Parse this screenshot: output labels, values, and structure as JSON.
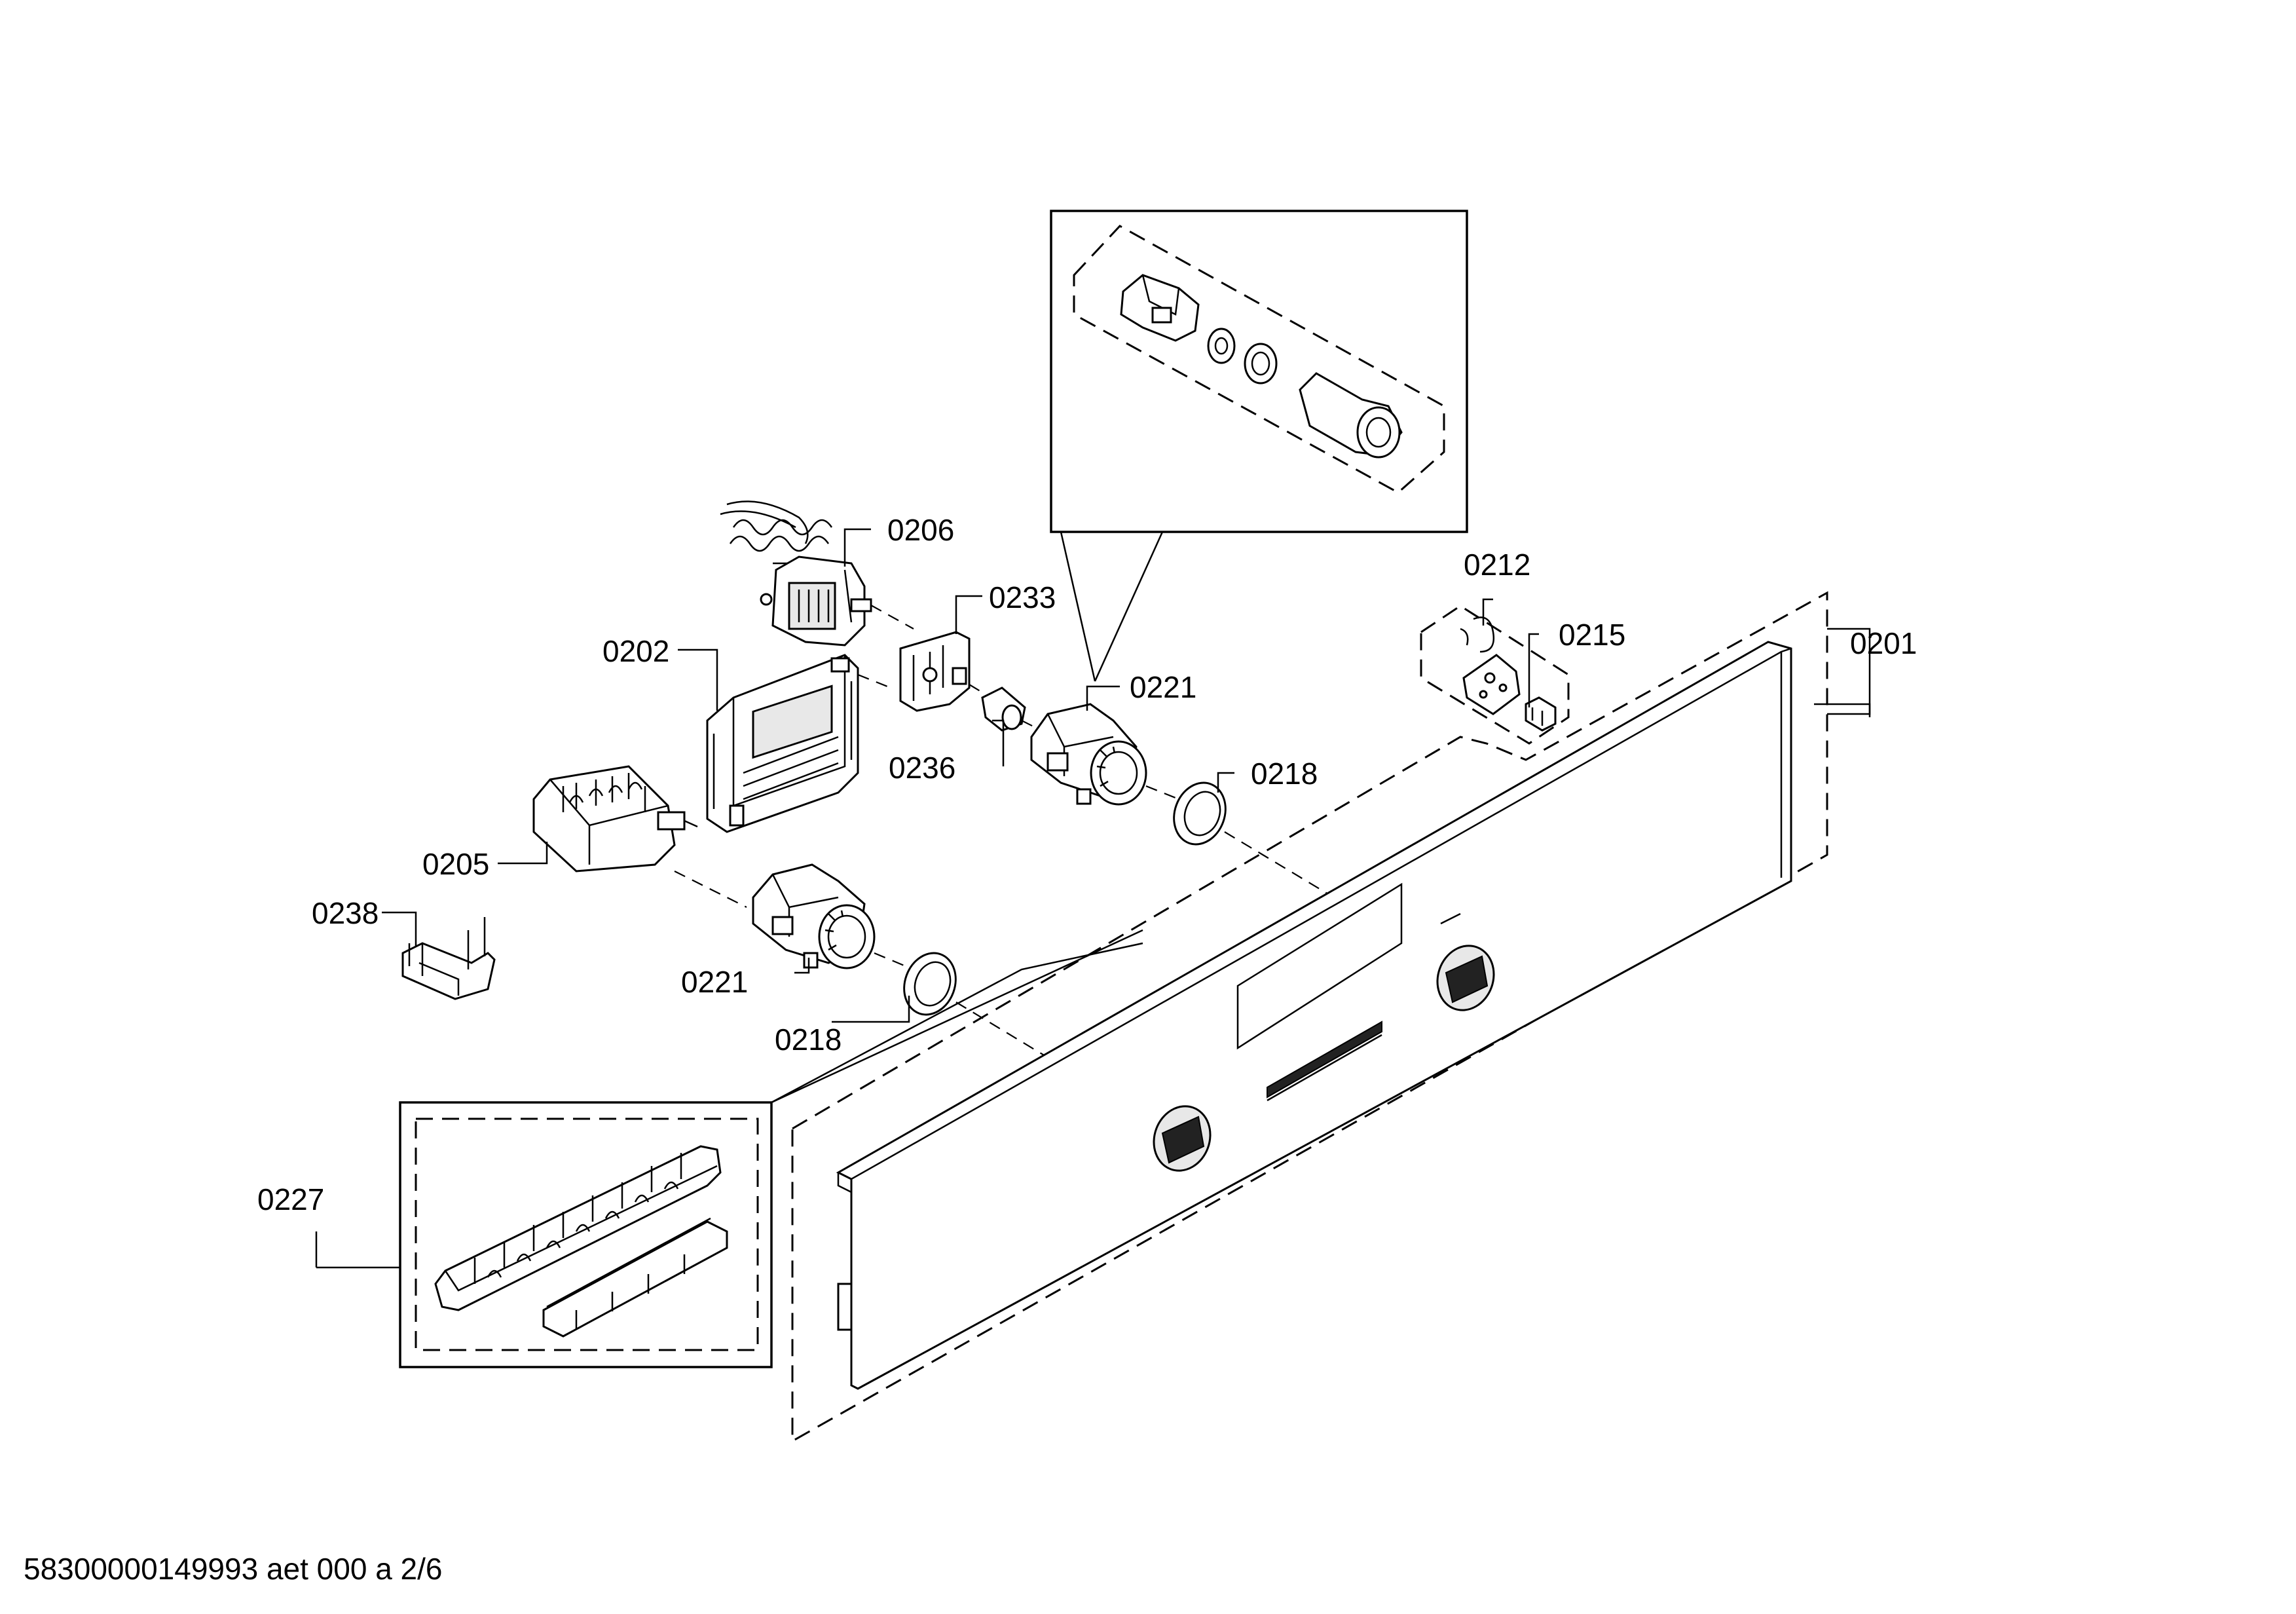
{
  "callouts": {
    "c0201": "0201",
    "c0202": "0202",
    "c0205": "0205",
    "c0206": "0206",
    "c0212": "0212",
    "c0215": "0215",
    "c0218_right": "0218",
    "c0218_left": "0218",
    "c0221_right": "0221",
    "c0221_left": "0221",
    "c0227": "0227",
    "c0233": "0233",
    "c0236": "0236",
    "c0238": "0238"
  },
  "footer": {
    "document_id": "58300000149993 aet 000 a 2/6"
  }
}
